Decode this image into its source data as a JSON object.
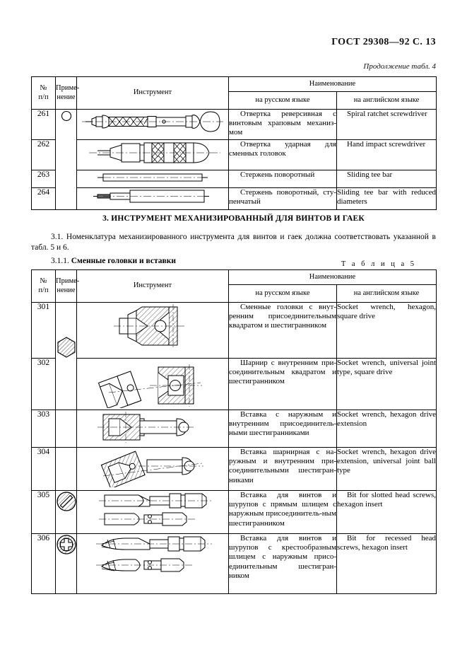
{
  "document": {
    "header": "ГОСТ 29308—92 С. 13",
    "continuation_note": "Продолжение табл. 4",
    "table5_caption": "Т а б л и ц а   5"
  },
  "table_header": {
    "col_number": "№\nп/п",
    "col_number_line1": "№",
    "col_number_line2": "п/п",
    "col_application_line1": "Приме-",
    "col_application_line2": "нение",
    "col_instrument": "Инструмент",
    "col_name": "Наименование",
    "col_name_ru": "на русском языке",
    "col_name_en": "на английском языке"
  },
  "section": {
    "heading": "3. ИНСТРУМЕНТ МЕХАНИЗИРОВАННЫЙ ДЛЯ ВИНТОВ И ГАЕК",
    "p_3_1": "3.1. Номенклатура механизированного инструмента для винтов и гаек должна соответствовать указанной в табл. 5 и 6.",
    "p_3_1_1_number": "3.1.1. ",
    "p_3_1_1_title": "Сменные головки и вставки"
  },
  "table4_rows": [
    {
      "number": "261",
      "application_symbol": "",
      "drawing": "spiral-ratchet-screwdriver-drawing",
      "name_ru": "Отвертка реверсивная с винтовым храповым механиз-мом",
      "name_en": "Spiral ratchet screwdriver"
    },
    {
      "number": "262",
      "application_symbol": "circle-plain-symbol",
      "drawing": "hand-impact-screwdriver-drawing",
      "name_ru": "Отвертка ударная для сменных головок",
      "name_en": "Hand impact screwdriver"
    },
    {
      "number": "263",
      "application_symbol": "",
      "drawing": "sliding-tee-bar-drawing",
      "name_ru": "Стержень поворотный",
      "name_en": "Sliding tee bar"
    },
    {
      "number": "264",
      "application_symbol": "",
      "drawing": "stepped-tee-bar-drawing",
      "name_ru": "Стержень поворотный, сту-пенчатый",
      "name_en": "Sliding tee bar with reduced diameters"
    }
  ],
  "table5_rows": [
    {
      "number": "301",
      "application_symbol": "",
      "drawing": "socket-wrench-hexagon-square-drive-drawing",
      "name_ru": "Сменные головки с внут-ренним присоединительным квадратом и шестигранником",
      "name_en": "Socket wrench, hexagon, square drive"
    },
    {
      "number": "302",
      "application_symbol": "hexagon-hatched-symbol",
      "drawing": "universal-joint-square-drive-drawing",
      "name_ru": "Шарнир с внутренним при-соединительным квадратом и шестигранником",
      "name_en": "Socket wrench, universal joint type, square drive"
    },
    {
      "number": "303",
      "application_symbol": "",
      "drawing": "hexagon-drive-extension-drawing",
      "name_ru": "Вставка с наружным и внутренним присоединитель-ными шестигранниками",
      "name_en": "Socket wrench, hexagon drive extension"
    },
    {
      "number": "304",
      "application_symbol": "",
      "drawing": "universal-joint-ball-extension-drawing",
      "name_ru": "Вставка шарнирная с на-ружным и внутренним при-соединительными шестигран-никами",
      "name_en": "Socket wrench, hexagon drive extension, universal joint ball type"
    },
    {
      "number": "305",
      "application_symbol": "slotted-screw-head-symbol",
      "drawing": "slotted-bit-hexagon-insert-drawing",
      "name_ru": "Вставка для винтов и шурупов с прямым шлицем с наружным присоединитель-ным шестигранником",
      "name_en": "Bit for slotted head screws, hexagon insert"
    },
    {
      "number": "306",
      "application_symbol": "cross-recess-screw-head-symbol",
      "drawing": "recessed-bit-hexagon-insert-drawing",
      "name_ru": "Вставка для винтов и шурупов с крестообразным шлицем с наружным присо-единительным шестигран-ником",
      "name_en": "Bit for recessed head screws, hexagon insert"
    }
  ],
  "colors": {
    "ink": "#000000",
    "paper": "#ffffff"
  }
}
